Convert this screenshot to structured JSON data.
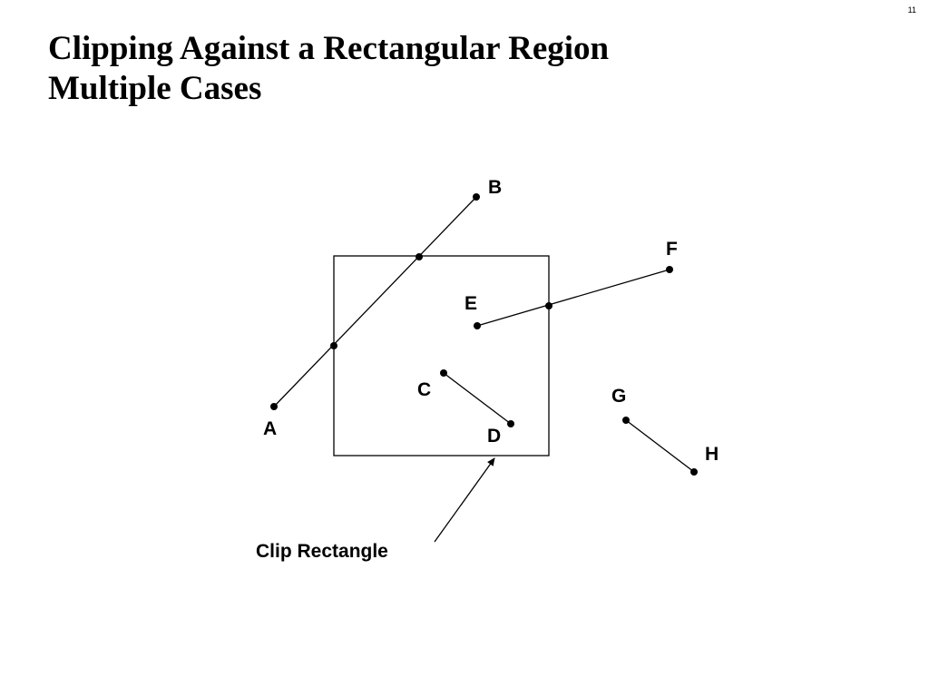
{
  "slide": {
    "page_number": "11",
    "title_line1": "Clipping Against a Rectangular Region",
    "title_line2": "Multiple Cases"
  },
  "diagram": {
    "labels": {
      "A": "A",
      "B": "B",
      "C": "C",
      "D": "D",
      "E": "E",
      "F": "F",
      "G": "G",
      "H": "H"
    },
    "clip_label": "Clip Rectangle"
  }
}
